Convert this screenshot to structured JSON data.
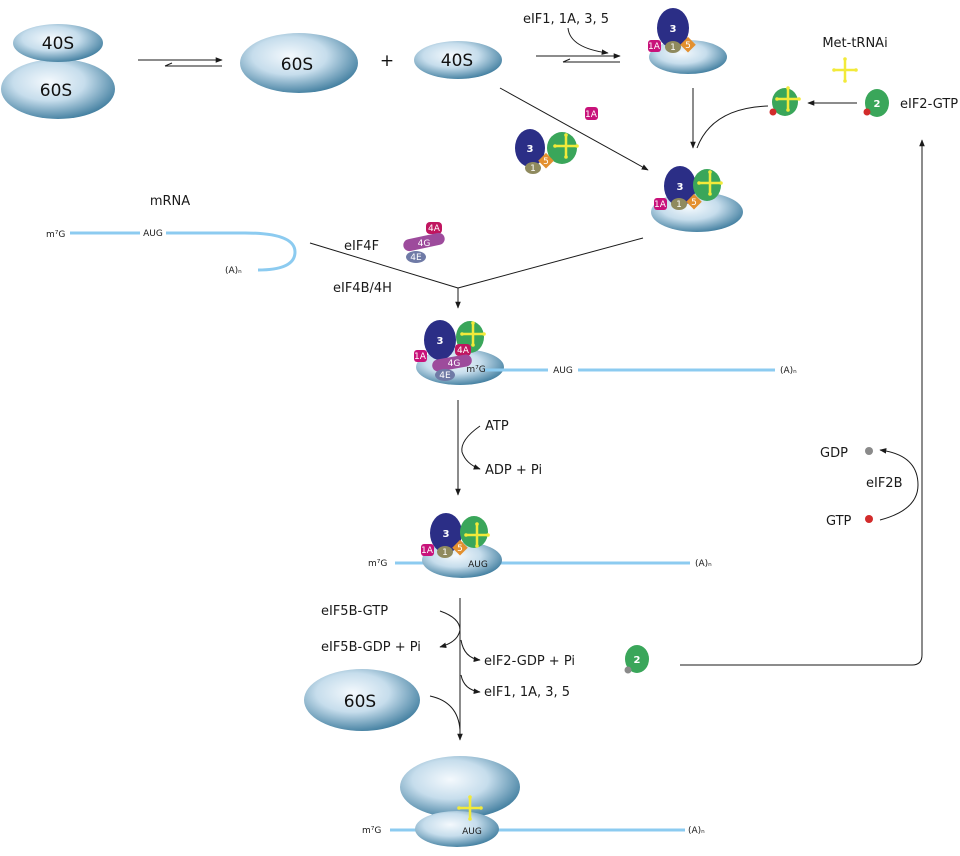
{
  "ribosome": {
    "small_subunit": "40S",
    "large_subunit": "60S"
  },
  "factors": {
    "eif3": "3",
    "eif1": "1",
    "eif1a": "1A",
    "eif5": "5",
    "eif2": "2",
    "eif4a": "4A",
    "eif4g": "4G",
    "eif4e": "4E"
  },
  "labels": {
    "plus": "+",
    "eif1_1a_3_5_top": "eIF1, 1A, 3, 5",
    "met_trna": "Met-tRNAi",
    "eif2_gtp": "eIF2-GTP",
    "mrna": "mRNA",
    "m7g": "m⁷G",
    "aug": "AUG",
    "polya": "(A)ₙ",
    "eif4f": "eIF4F",
    "eif4b_4h": "eIF4B/4H",
    "atp": "ATP",
    "adp_pi": "ADP + Pi",
    "gdp": "GDP",
    "gtp": "GTP",
    "eif2b": "eIF2B",
    "eif5b_gtp": "eIF5B-GTP",
    "eif5b_gdp_pi": "eIF5B-GDP + Pi",
    "eif2_gdp_pi": "eIF2-GDP + Pi",
    "eif1_1a_3_5_bottom": "eIF1, 1A, 3, 5"
  },
  "colors": {
    "ribosome_light": "#eaf3fa",
    "ribosome_dark": "#2c6f93",
    "eif3": "#2b2e86",
    "eif2": "#3aa65a",
    "eif1a": "#c8127a",
    "eif1": "#8f8a5e",
    "eif5": "#e3902f",
    "eif4a": "#c0155f",
    "eif4g": "#9d4b9c",
    "eif4e": "#6f7aa6",
    "trna": "#f2ea3a",
    "mrna": "#8ccbf0",
    "gtp_dot": "#d22b2b",
    "gdp_dot": "#8a8a8a"
  }
}
